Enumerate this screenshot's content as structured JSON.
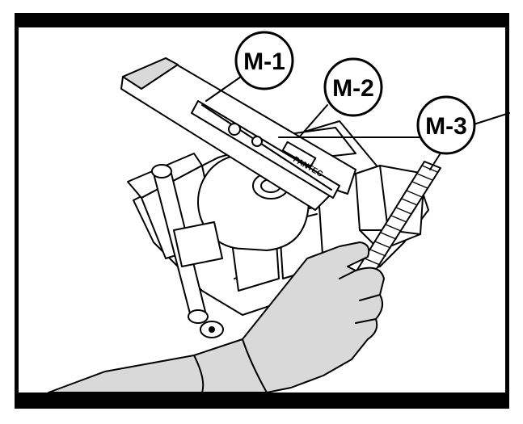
{
  "callouts": [
    {
      "id": "m1",
      "label": "M-1"
    },
    {
      "id": "m2",
      "label": "M-2"
    },
    {
      "id": "m3",
      "label": "M-3"
    }
  ],
  "brand_mark": "PANTEC",
  "colors": {
    "frame": "#000000",
    "background": "#ffffff",
    "glove": "#d9d9d9",
    "shading": "#bfbfbf"
  }
}
